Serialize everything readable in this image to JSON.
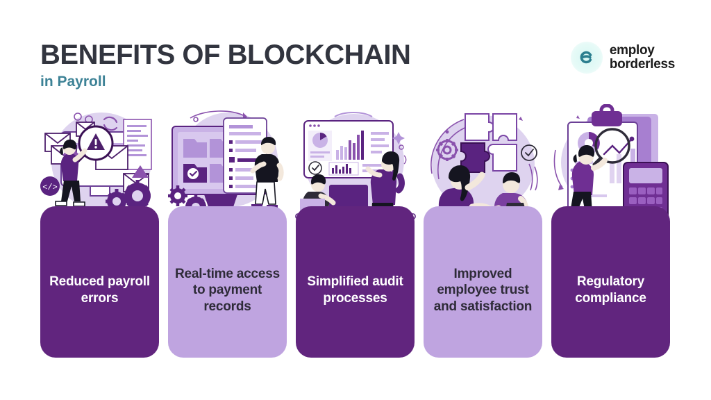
{
  "header": {
    "title": "BENEFITS OF BLOCKCHAIN",
    "subtitle": "in Payroll"
  },
  "logo": {
    "mark_icon": "employ-e-icon",
    "line1": "employ",
    "line2": "borderless",
    "mark_color": "#2c7f8f",
    "mark_bg_color": "#dcf7f3",
    "text_color": "#1b1b1b"
  },
  "colors": {
    "dark_purple": "#61257e",
    "light_purple": "#bfa4e0",
    "mid_purple": "#8a52ad",
    "pale_purple": "#ded3ef",
    "title_color": "#32353f",
    "subtitle_color": "#3d8296",
    "background": "#ffffff"
  },
  "benefits": [
    {
      "label": "Reduced payroll errors",
      "card_style": "dark",
      "illustration": "woman-magnifying-glass-warning-envelopes-icon",
      "illustration_elements": [
        "envelope-icon",
        "warning-triangle-icon",
        "magnifying-glass-icon",
        "monitor-icon",
        "gear-icon",
        "code-tag-icon",
        "refresh-arrows-icon",
        "woman-figure"
      ]
    },
    {
      "label": "Real-time access to payment records",
      "card_style": "light",
      "illustration": "man-checklist-folders-icon",
      "illustration_elements": [
        "monitor-icon",
        "folder-icon",
        "folder-check-icon",
        "checklist-document-icon",
        "gear-icon",
        "man-figure"
      ]
    },
    {
      "label": "Simplified audit processes",
      "card_style": "dark",
      "illustration": "dashboard-analytics-team-icon",
      "illustration_elements": [
        "dashboard-screen-icon",
        "pie-chart-icon",
        "bar-chart-icon",
        "check-circle-icon",
        "desktop-monitor-icon",
        "man-figure",
        "woman-figure",
        "desk-icon"
      ]
    },
    {
      "label": "Improved employee trust and satisfaction",
      "card_style": "light",
      "illustration": "handshake-puzzle-icon",
      "illustration_elements": [
        "puzzle-piece-icon",
        "gear-icon",
        "check-circle-icon",
        "handshake-icon",
        "woman-figure",
        "man-figure"
      ]
    },
    {
      "label": "Regulatory compliance",
      "card_style": "dark",
      "illustration": "clipboard-lock-calculator-icon",
      "illustration_elements": [
        "clipboard-icon",
        "lock-icon",
        "donut-chart-icon",
        "line-graph-icon",
        "magnifying-glass-icon",
        "calculator-icon",
        "woman-figure"
      ]
    }
  ]
}
